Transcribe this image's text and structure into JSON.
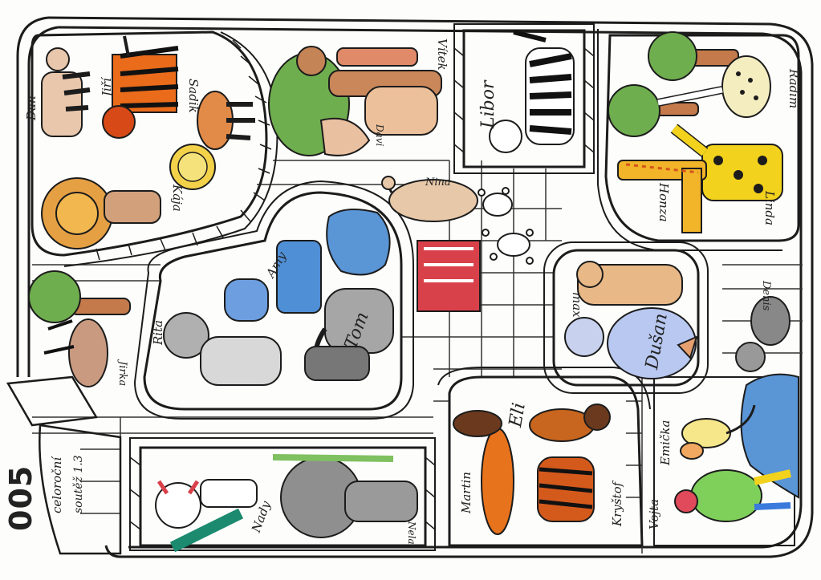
{
  "drawing": {
    "stamp_number": "005",
    "contest_line1": "celoroční",
    "contest_line2": "soutěž 1.3",
    "colors": {
      "ink": "#1c1c1c",
      "paper": "#fdfdfb",
      "tree_green": "#6fae4e",
      "pond_blue": "#5a95d6",
      "lion_orange": "#e29a44",
      "giraffe_yellow": "#f2d21c",
      "zebra_black": "#111111",
      "elephant_grey": "#a6a6a6",
      "brown": "#b97a4c",
      "bench_red": "#d9414a"
    },
    "names": {
      "dan": "Dan",
      "jiri": "Jiří",
      "sadik": "Sadik",
      "kaja": "Kája",
      "vitek": "Vítek",
      "davi": "Davi",
      "libor": "Libor",
      "radim": "Radim",
      "honza": "Honza",
      "linda": "Linda",
      "nina": "Nina",
      "amy": "Amy",
      "rita": "Rita",
      "tom": "Tom",
      "max": "max",
      "dusan": "Dušan",
      "denis": "Denis",
      "martin": "Martin",
      "eli": "Eli",
      "krystof": "Kryštof",
      "emicka": "Emička",
      "vojta": "Vojta",
      "nady": "Nady",
      "nela": "Nela",
      "jirka": "Jirka"
    }
  }
}
